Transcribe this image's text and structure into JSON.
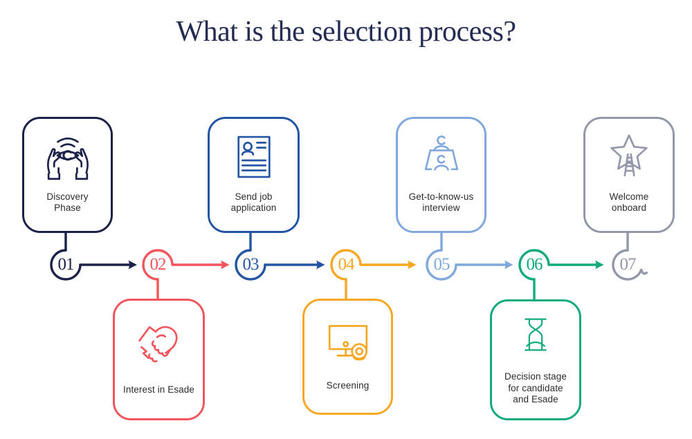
{
  "title": "What is the selection process?",
  "palette": {
    "background": "#ffffff",
    "title_text": "#242c54",
    "label_text": "#2b2b2e"
  },
  "steps": [
    {
      "number": "01",
      "label": "Discovery Phase",
      "lines": [
        "Discovery",
        "Phase"
      ],
      "icon": "eye-in-hands-icon",
      "color": "#1b2148",
      "position": "top"
    },
    {
      "number": "02",
      "label": "Interest in Esade",
      "lines": [
        "Interest in Esade"
      ],
      "icon": "handshake-icon",
      "color": "#f4555d",
      "position": "bottom"
    },
    {
      "number": "03",
      "label": "Send job application",
      "lines": [
        "Send job",
        "application"
      ],
      "icon": "resume-document-icon",
      "color": "#2355a4",
      "position": "top"
    },
    {
      "number": "04",
      "label": "Screening",
      "lines": [
        "Screening"
      ],
      "icon": "monitor-webcam-icon",
      "color": "#f7a823",
      "position": "bottom"
    },
    {
      "number": "05",
      "label": "Get-to-know-us interview",
      "lines": [
        "Get-to-know-us",
        "interview"
      ],
      "icon": "interview-table-icon",
      "color": "#80a8dd",
      "position": "top"
    },
    {
      "number": "06",
      "label": "Decision stage for candidate and Esade",
      "lines": [
        "Decision stage",
        "for candidate",
        "and Esade"
      ],
      "icon": "hourglass-icon",
      "color": "#10aa7d",
      "position": "bottom"
    },
    {
      "number": "07",
      "label": "Welcome onboard",
      "lines": [
        "Welcome",
        "onboard"
      ],
      "icon": "star-ladder-icon",
      "color": "#9497aa",
      "position": "top"
    }
  ]
}
